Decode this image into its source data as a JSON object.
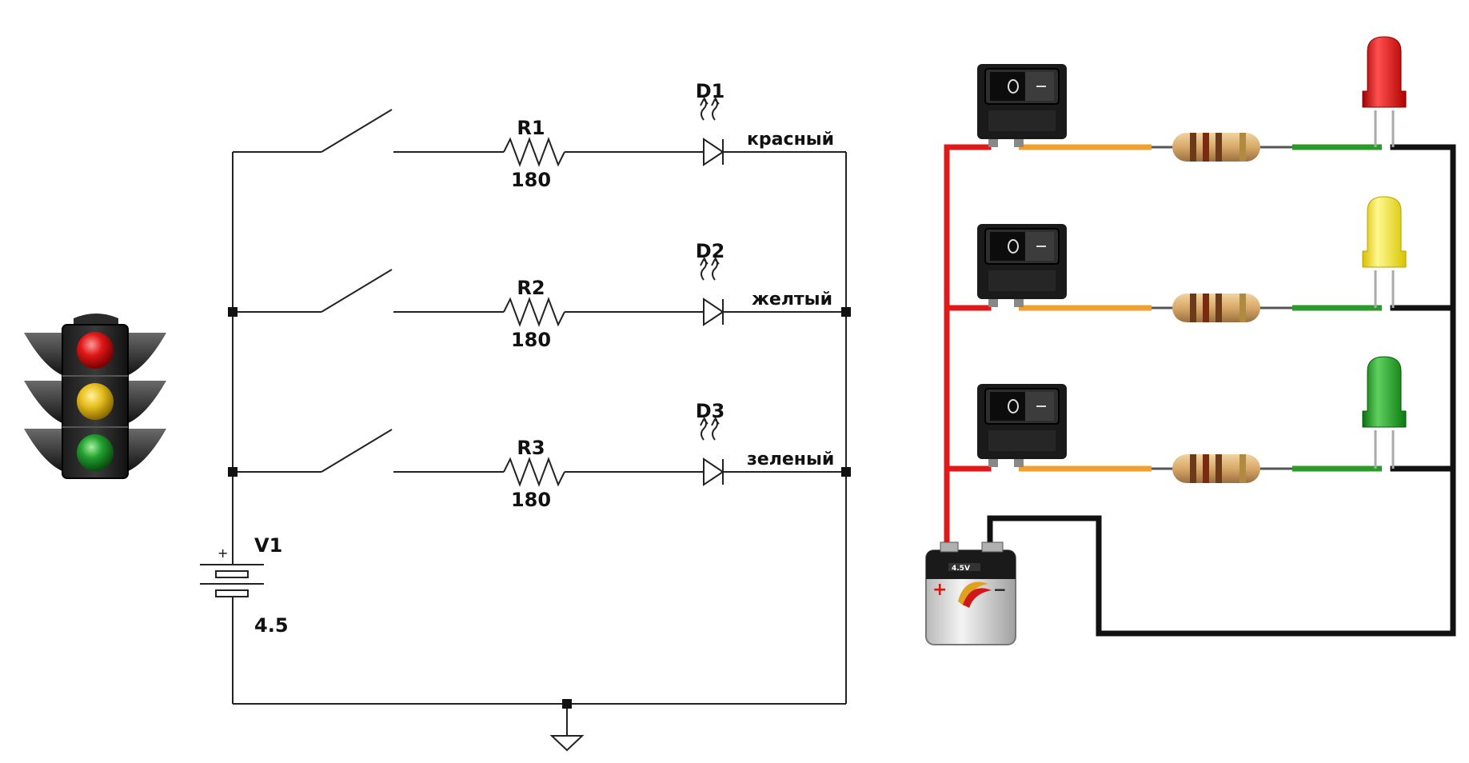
{
  "schematic": {
    "branches": [
      {
        "diode": "D1",
        "resistor": "R1",
        "resistance": "180",
        "color_name": "красный"
      },
      {
        "diode": "D2",
        "resistor": "R2",
        "resistance": "180",
        "color_name": "желтый"
      },
      {
        "diode": "D3",
        "resistor": "R3",
        "resistance": "180",
        "color_name": "зеленый"
      }
    ],
    "battery": {
      "name": "V1",
      "voltage": "4.5",
      "plus": "+"
    }
  },
  "wiring": {
    "battery_label": "4.5V",
    "battery_plus": "+",
    "battery_minus": "−",
    "switch_on_symbol": "o",
    "switch_off_symbol": "—",
    "led_colors": [
      "#d81c1c",
      "#f4e23a",
      "#2ea02a"
    ],
    "wire_colors": {
      "positive": "#e01818",
      "switch_to_resistor": "#f0a030",
      "resistor_to_led": "#2a9a2a",
      "negative": "#111111"
    }
  },
  "traffic_light": {
    "lamp_colors": [
      "#e01818",
      "#e8c020",
      "#22a030"
    ]
  }
}
